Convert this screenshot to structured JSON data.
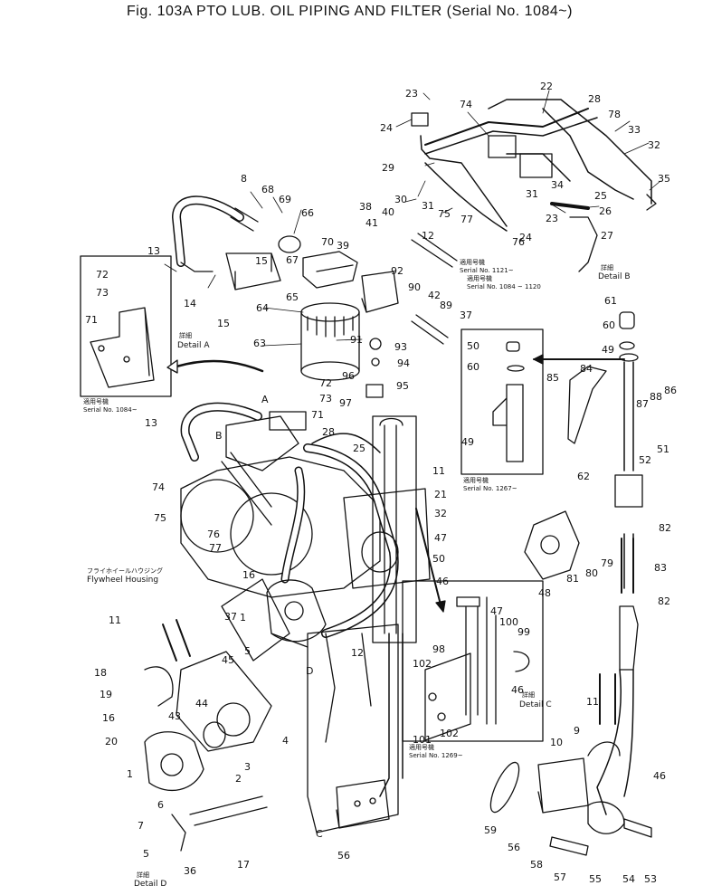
{
  "title": "Fig. 103A   PTO LUB. OIL PIPING AND FILTER  (Serial No. 1084~)",
  "flywheel_housing": "Flywheel Housing",
  "flywheel_housing_jp": "フライホイールハウジング",
  "details": [
    {
      "jp": "詳細",
      "label": "Detail A"
    },
    {
      "jp": "詳細",
      "label": "Detail B"
    },
    {
      "jp": "詳細",
      "label": "Detail C"
    },
    {
      "jp": "詳細",
      "label": "Detail D"
    }
  ],
  "serial_notes": [
    {
      "jp": "適用号機",
      "label": "Serial No. 1084~"
    },
    {
      "jp": "適用号機",
      "label": "Serial No. 1121~"
    },
    {
      "jp": "適用号機",
      "label": "Serial No. 1084 ~ 1120"
    },
    {
      "jp": "適用号機",
      "label": "Serial No. 1267~"
    },
    {
      "jp": "適用号機",
      "label": "Serial No. 1269~"
    }
  ],
  "view_letters": [
    "A",
    "B",
    "C",
    "D"
  ],
  "part_numbers": [
    "1",
    "2",
    "3",
    "4",
    "5",
    "6",
    "7",
    "8",
    "9",
    "10",
    "11",
    "12",
    "13",
    "14",
    "15",
    "16",
    "17",
    "18",
    "19",
    "20",
    "21",
    "22",
    "23",
    "24",
    "25",
    "26",
    "27",
    "28",
    "29",
    "30",
    "31",
    "32",
    "33",
    "34",
    "35",
    "36",
    "37",
    "38",
    "39",
    "40",
    "41",
    "42",
    "43",
    "44",
    "45",
    "46",
    "47",
    "48",
    "49",
    "50",
    "51",
    "52",
    "53",
    "54",
    "55",
    "56",
    "57",
    "58",
    "59",
    "60",
    "61",
    "62",
    "63",
    "64",
    "65",
    "66",
    "67",
    "68",
    "69",
    "70",
    "71",
    "72",
    "73",
    "74",
    "75",
    "76",
    "77",
    "78",
    "79",
    "80",
    "81",
    "82",
    "83",
    "84",
    "85",
    "86",
    "87",
    "88",
    "89",
    "90",
    "91",
    "92",
    "93",
    "94",
    "95",
    "96",
    "97",
    "98",
    "99",
    "100",
    "101",
    "102"
  ]
}
